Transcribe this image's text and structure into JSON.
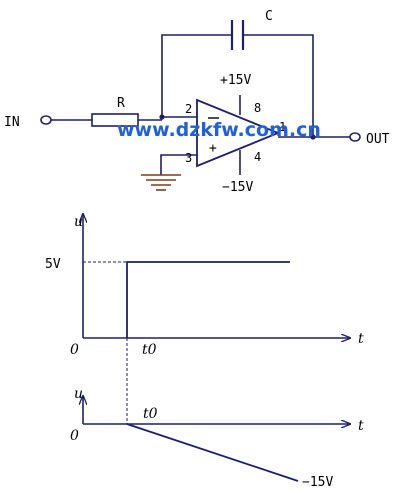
{
  "colors": {
    "wire": "#1f1f6e",
    "ground": "#7a3d1c",
    "text": "#000000",
    "watermark": "#2060d8"
  },
  "circuit": {
    "input_label": "IN",
    "output_label": "OUT",
    "resistor_label": "R",
    "capacitor_label": "C",
    "pin_inverting": "2",
    "pin_noninverting": "3",
    "pin_output": "1",
    "pin_vplus": "8",
    "pin_vminus": "4",
    "minus_sign": "−",
    "plus_sign": "+",
    "supply_positive": "+15V",
    "supply_negative": "−15V"
  },
  "watermark": "www.dzkfw.com.cn",
  "input_graph": {
    "y_label": "u",
    "x_label": "t",
    "origin_label": "0",
    "step_time_label": "t0",
    "level_label": "5V"
  },
  "output_graph": {
    "y_label": "u",
    "x_label": "t",
    "origin_label": "0",
    "step_time_label": "t0",
    "level_label": "−15V"
  }
}
